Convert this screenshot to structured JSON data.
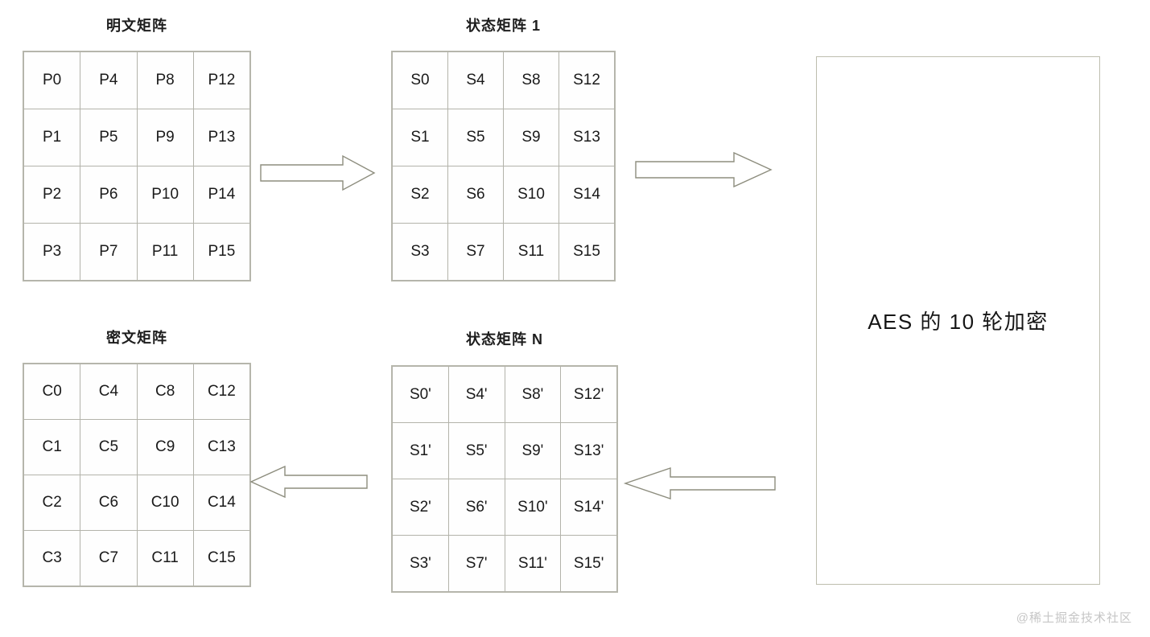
{
  "page": {
    "background": "#ffffff",
    "border_color": "#b3b3aa",
    "arrow_stroke": "#8d8d7e",
    "text_color": "#1a1a1a"
  },
  "matrices": {
    "plaintext": {
      "title": "明文矩阵",
      "rows": [
        [
          "P0",
          "P4",
          "P8",
          "P12"
        ],
        [
          "P1",
          "P5",
          "P9",
          "P13"
        ],
        [
          "P2",
          "P6",
          "P10",
          "P14"
        ],
        [
          "P3",
          "P7",
          "P11",
          "P15"
        ]
      ]
    },
    "state1": {
      "title": "状态矩阵 1",
      "rows": [
        [
          "S0",
          "S4",
          "S8",
          "S12"
        ],
        [
          "S1",
          "S5",
          "S9",
          "S13"
        ],
        [
          "S2",
          "S6",
          "S10",
          "S14"
        ],
        [
          "S3",
          "S7",
          "S11",
          "S15"
        ]
      ]
    },
    "ciphertext": {
      "title": "密文矩阵",
      "rows": [
        [
          "C0",
          "C4",
          "C8",
          "C12"
        ],
        [
          "C1",
          "C5",
          "C9",
          "C13"
        ],
        [
          "C2",
          "C6",
          "C10",
          "C14"
        ],
        [
          "C3",
          "C7",
          "C11",
          "C15"
        ]
      ]
    },
    "stateN": {
      "title": "状态矩阵 N",
      "rows": [
        [
          "S0'",
          "S4'",
          "S8'",
          "S12'"
        ],
        [
          "S1'",
          "S5'",
          "S9'",
          "S13'"
        ],
        [
          "S2'",
          "S6'",
          "S10'",
          "S14'"
        ],
        [
          "S3'",
          "S7'",
          "S11'",
          "S15'"
        ]
      ]
    }
  },
  "aes_box": {
    "label": "AES 的 10 轮加密",
    "rounds": 10
  },
  "arrows": [
    {
      "name": "plaintext-to-state1",
      "direction": "right"
    },
    {
      "name": "state1-to-aes",
      "direction": "right"
    },
    {
      "name": "stateN-to-ciphertext",
      "direction": "left"
    },
    {
      "name": "aes-to-stateN",
      "direction": "left"
    }
  ],
  "watermark": {
    "text": "@稀土掘金技术社区"
  }
}
